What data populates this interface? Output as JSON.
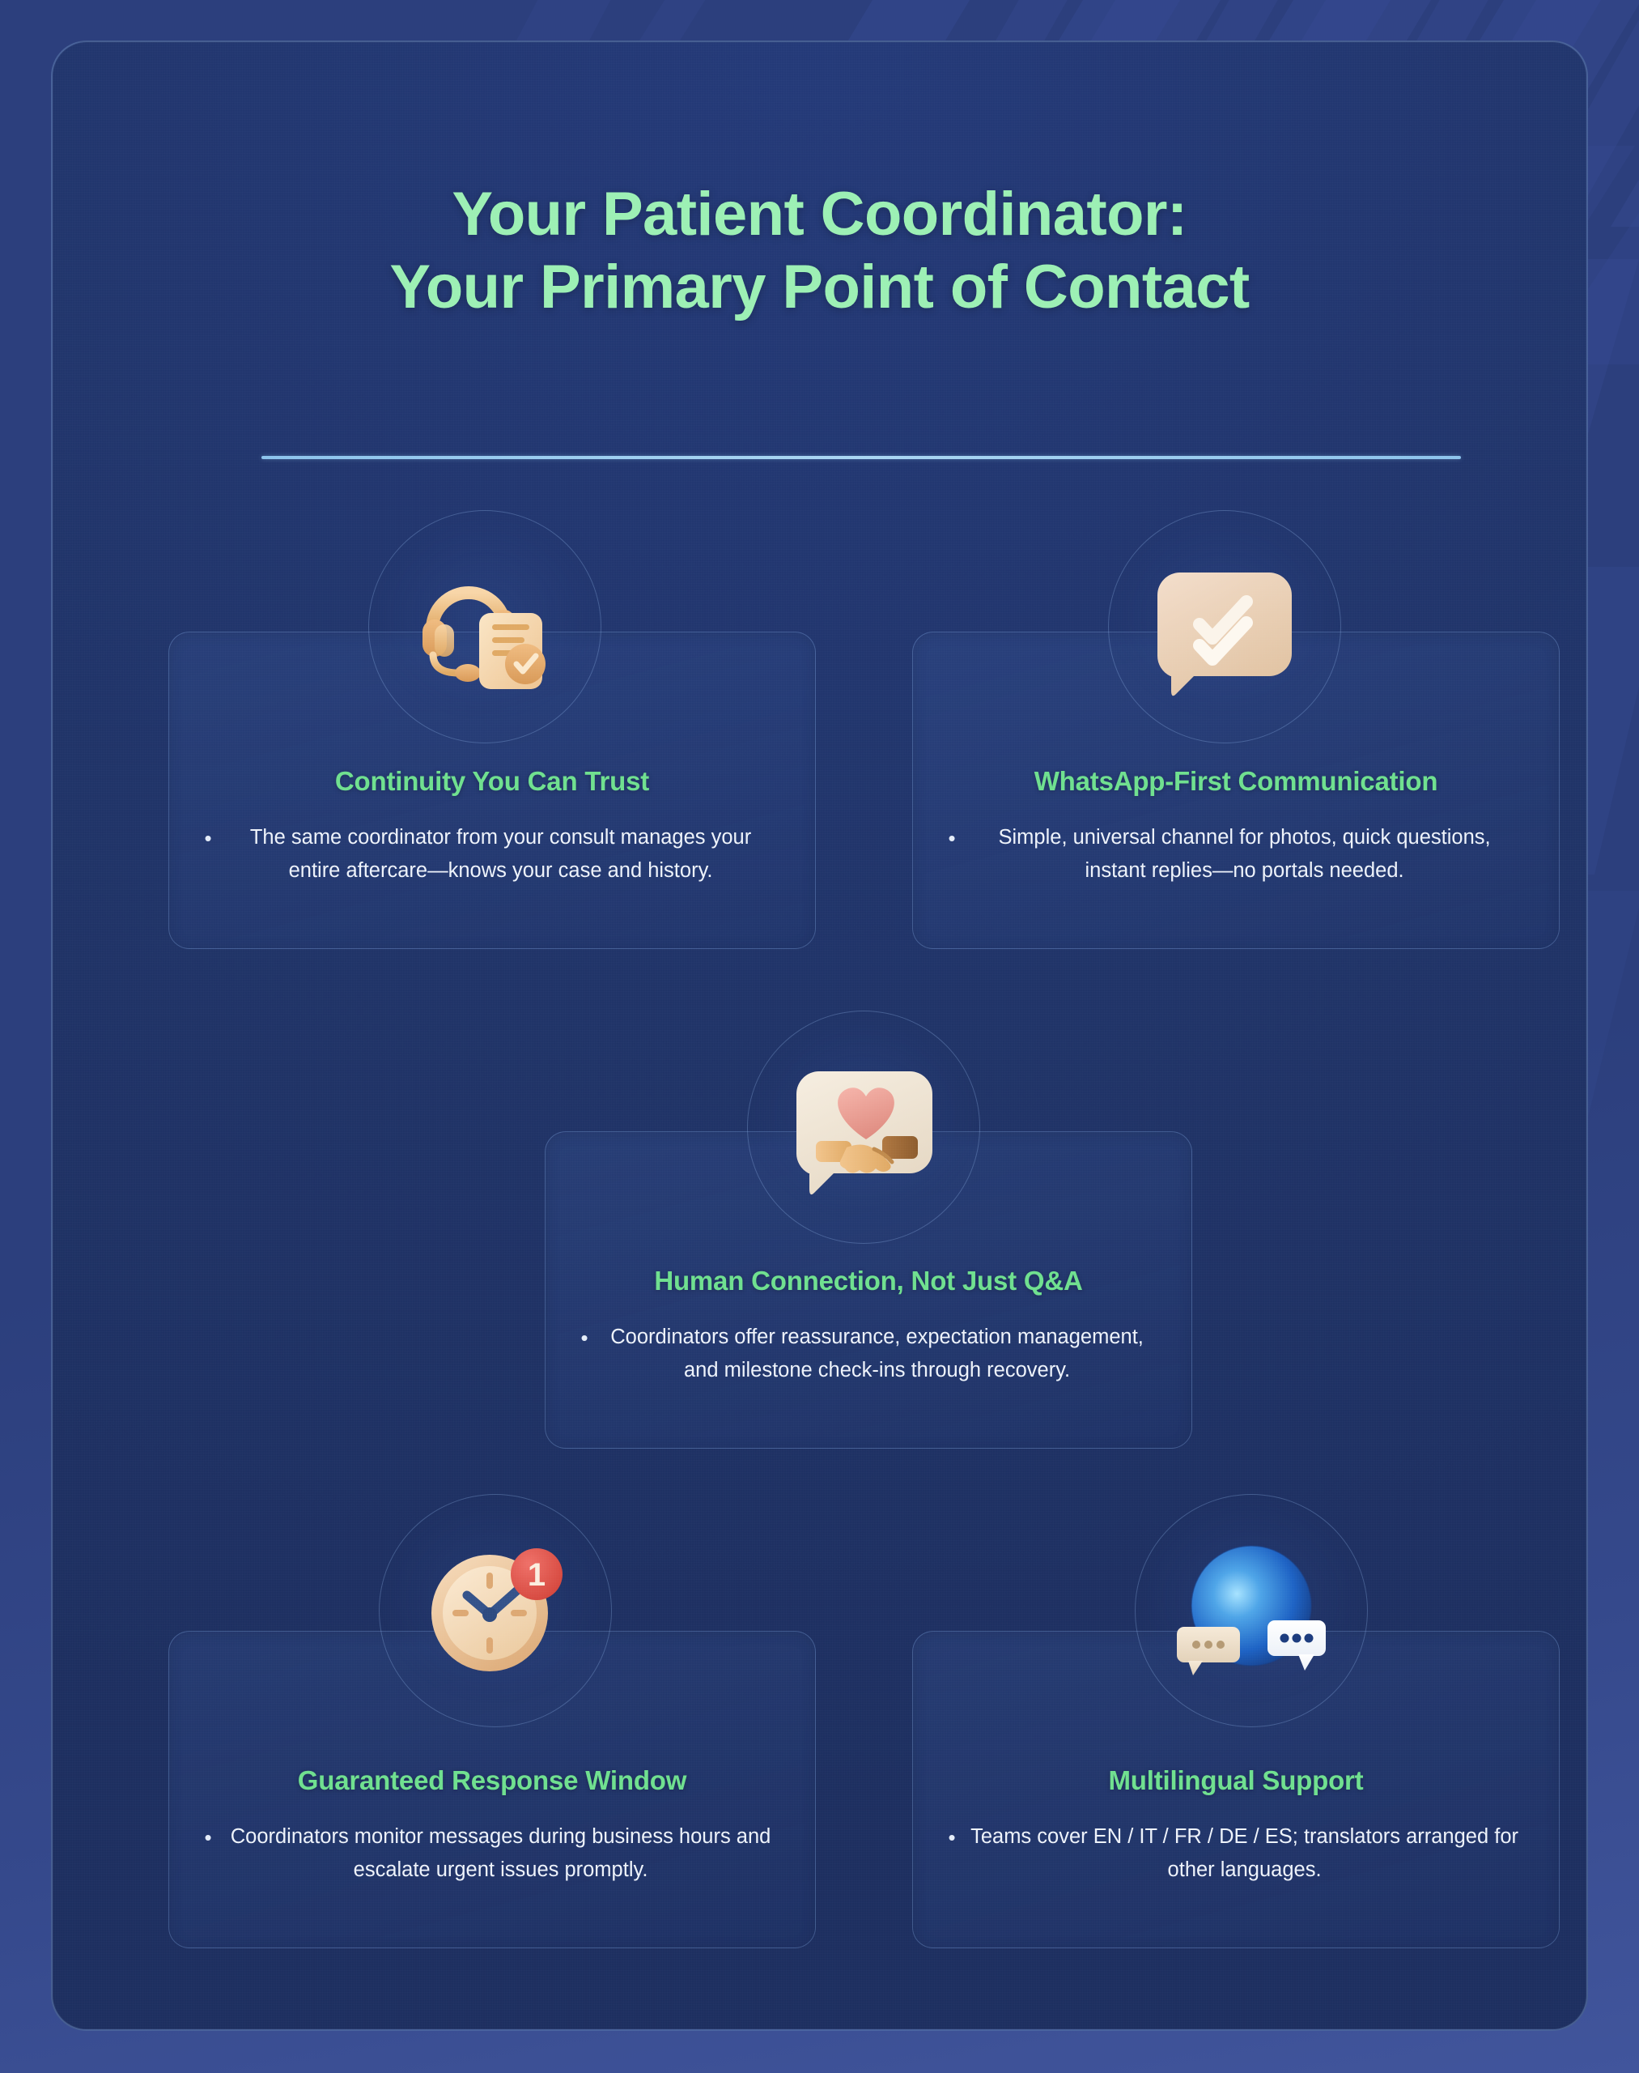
{
  "theme": {
    "background_color": "#2c3f7d",
    "panel_color": "#203468",
    "title_color": "#9cf0b4",
    "card_title_color": "#6fe08f",
    "body_text_color": "#eef3fb",
    "divider_color": "#8cc3ec",
    "badge_color": "#e2564c"
  },
  "header": {
    "title_line_1": "Your Patient Coordinator:",
    "title_line_2": "Your Primary Point of Contact"
  },
  "cards": [
    {
      "id": "continuity",
      "icon_name": "headset-clipboard-check-icon",
      "title": "Continuity You Can Trust",
      "bullet": "•",
      "text": "The same coordinator from your consult manages your entire aftercare—knows your case and history."
    },
    {
      "id": "whatsapp-first",
      "icon_name": "speech-bubble-double-check-icon",
      "title": "WhatsApp-First Communication",
      "bullet": "•",
      "text": "Simple, universal channel for photos, quick questions, instant replies—no portals needed."
    },
    {
      "id": "human-connection",
      "icon_name": "speech-bubble-heart-handshake-icon",
      "title": "Human Connection, Not Just Q&A",
      "bullet": "•",
      "text": "Coordinators offer reassurance, expectation management, and milestone check-ins through recovery."
    },
    {
      "id": "response-window",
      "icon_name": "clock-notification-badge-icon",
      "title": "Guaranteed Response Window",
      "bullet": "•",
      "text": "Coordinators monitor messages during business hours and escalate urgent issues promptly."
    },
    {
      "id": "multilingual",
      "icon_name": "globe-chat-bubbles-icon",
      "title": "Multilingual Support",
      "bullet": "•",
      "text": "Teams cover EN / IT / FR / DE / ES; translators arranged for other languages."
    }
  ],
  "icon_badges": {
    "clock_badge_value": "1"
  }
}
